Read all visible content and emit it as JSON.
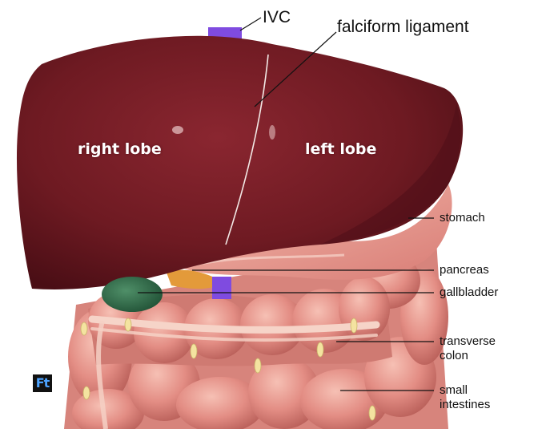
{
  "labels": {
    "ivc": "IVC",
    "falciform": "falciform ligament",
    "right_lobe": "right lobe",
    "left_lobe": "left lobe",
    "stomach": "stomach",
    "pancreas": "pancreas",
    "gallbladder": "gallbladder",
    "transverse_colon_line1": "transverse",
    "transverse_colon_line2": "colon",
    "small_intestines_line1": "small",
    "small_intestines_line2": "intestines"
  },
  "logo": {
    "text": "Ft"
  },
  "colors": {
    "liver": "#6e1a22",
    "liver_dark": "#4f0f17",
    "intestine": "#e48a82",
    "intestine_light": "#f3b3a8",
    "gallbladder": "#2f6e4a",
    "pancreas": "#e39a3a",
    "ivc": "#7f4be0",
    "fat": "#f4e3a0",
    "leader_line": "#111111"
  }
}
